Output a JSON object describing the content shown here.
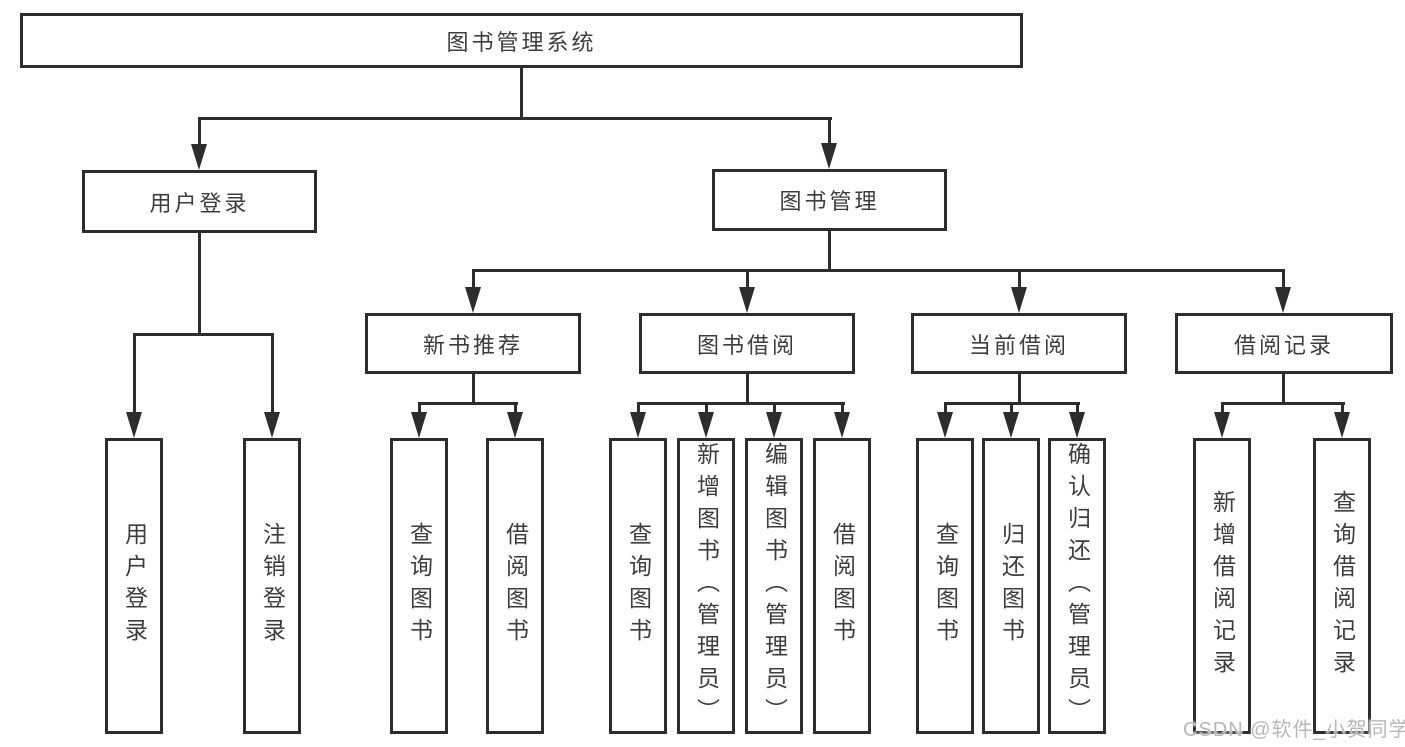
{
  "colors": {
    "line": "#2d2d2d",
    "box_border": "#2d2d2d",
    "text": "#3d3d3d",
    "background": "#ffffff",
    "watermark": "#b7b7b7"
  },
  "watermark": "CSDN @软件_小贺同学",
  "tree": {
    "label": "图书管理系统",
    "children": [
      {
        "label": "用户登录",
        "children": [
          {
            "label": "用户登录"
          },
          {
            "label": "注销登录"
          }
        ]
      },
      {
        "label": "图书管理",
        "children": [
          {
            "label": "新书推荐",
            "children": [
              {
                "label": "查询图书"
              },
              {
                "label": "借阅图书"
              }
            ]
          },
          {
            "label": "图书借阅",
            "children": [
              {
                "label": "查询图书"
              },
              {
                "label": "新增图书（管理员）"
              },
              {
                "label": "编辑图书（管理员）"
              },
              {
                "label": "借阅图书"
              }
            ]
          },
          {
            "label": "当前借阅",
            "children": [
              {
                "label": "查询图书"
              },
              {
                "label": "归还图书"
              },
              {
                "label": "确认归还（管理员）"
              }
            ]
          },
          {
            "label": "借阅记录",
            "children": [
              {
                "label": "新增借阅记录"
              },
              {
                "label": "查询借阅记录"
              }
            ]
          }
        ]
      }
    ]
  }
}
